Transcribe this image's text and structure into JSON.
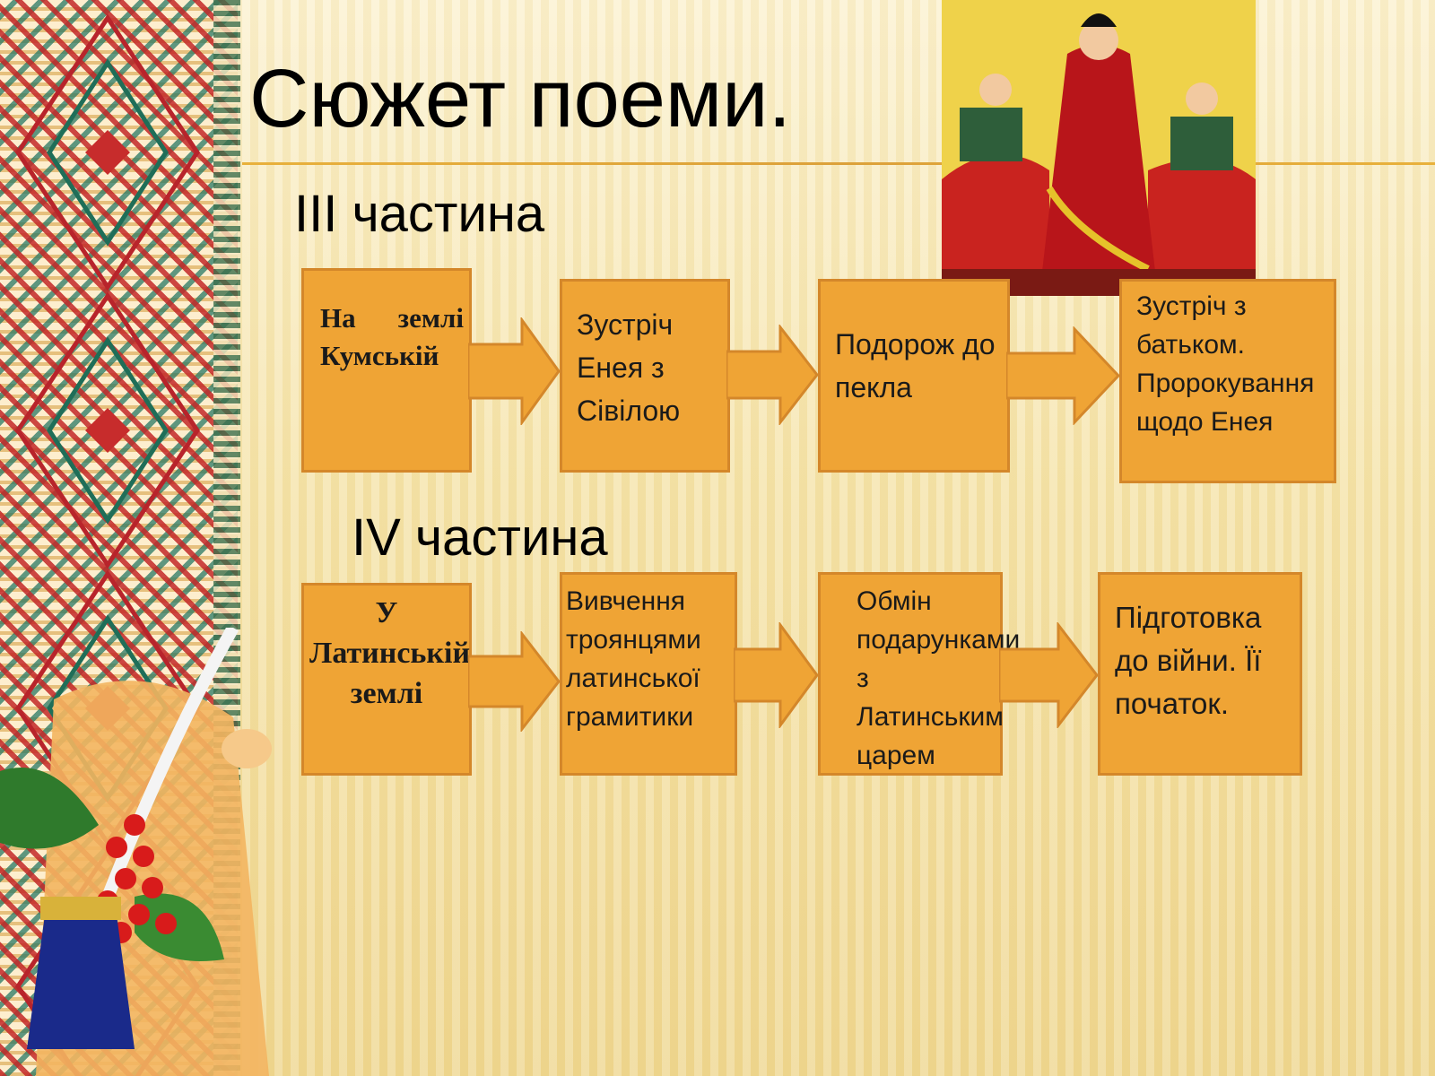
{
  "slide": {
    "title": "Сюжет поеми.",
    "section3": {
      "label": "ІІІ частина",
      "steps": [
        "На землі Кумській",
        "Зустріч Енея з Сівілою",
        "Подорож до пекла",
        "Зустріч з батьком. Пророкування щодо Енея"
      ]
    },
    "section4": {
      "label": "IV частина",
      "steps": [
        "У Латинській землі",
        "Вивчення троянцями латинської грамитики",
        "Обмін подарунками з Латинським царем",
        "Підготовка до війни. Її початок."
      ]
    }
  },
  "colors": {
    "box_fill": "#efa435",
    "box_border": "#d4872a",
    "rule": "#e0a83a",
    "background": "#f7e6b0"
  },
  "icons": [
    "embroidery-ornament",
    "cossack-illustration",
    "scroll-quill-inkwell"
  ]
}
